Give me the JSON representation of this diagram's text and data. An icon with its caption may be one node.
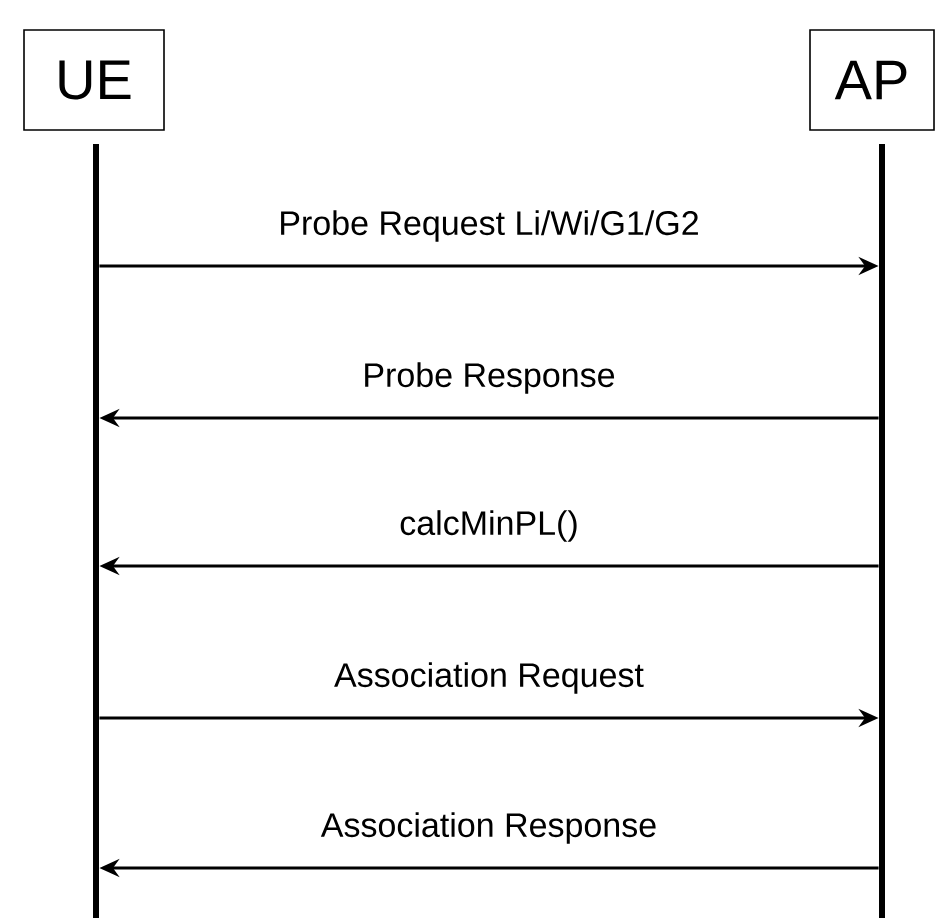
{
  "diagram": {
    "nodes": [
      {
        "text": [
          "UE"
        ]
      },
      {
        "text": [
          "AP"
        ]
      },
      {
        "text": [],
        "shape": "bar"
      },
      {
        "text": [],
        "shape": "bar"
      }
    ],
    "edges": [
      {
        "from": 2,
        "to": 3,
        "arrow": "to",
        "label": "Probe Request Li/Wi/G1/G2"
      },
      {
        "from": 3,
        "to": 2,
        "arrow": "to",
        "label": "Probe Response"
      },
      {
        "from": 3,
        "to": 2,
        "arrow": "to",
        "label": "calcMinPL()"
      },
      {
        "from": 2,
        "to": 3,
        "arrow": "to",
        "label": "Association Request"
      },
      {
        "from": 3,
        "to": 2,
        "arrow": "to",
        "label": "Association Response"
      }
    ]
  }
}
